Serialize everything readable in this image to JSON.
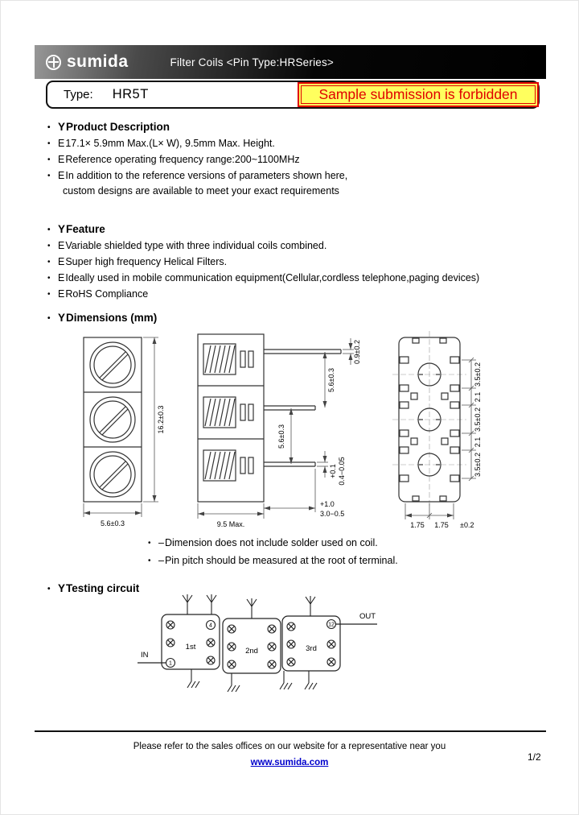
{
  "glyphs": {
    "dot": "•",
    "section_marker": "Y",
    "bullet_marker": "E",
    "note_marker": "–"
  },
  "header": {
    "logo_text": "sumida",
    "title": "Filter Coils <Pin Type:HRSeries>"
  },
  "type_bar": {
    "label": "Type:",
    "value": "HR5T",
    "warning": "Sample submission is forbidden"
  },
  "product_description": {
    "title": "Product Description",
    "bullets": [
      "17.1× 5.9mm Max.(L× W), 9.5mm Max. Height.",
      "Reference operating frequency range:200~1100MHz",
      "In addition to the reference versions of parameters shown here,",
      "custom designs are available to meet your exact requirements"
    ]
  },
  "feature": {
    "title": "Feature",
    "bullets": [
      "Variable shielded type with three individual coils combined.",
      "Super high frequency Helical Filters.",
      "Ideally used in mobile communication equipment(Cellular,cordless telephone,paging devices)",
      "RoHS Compliance"
    ]
  },
  "dimensions": {
    "title": "Dimensions  (mm)",
    "top_view": {
      "length": "16.2±0.3",
      "width": "5.6±0.3"
    },
    "side_view": {
      "pin_width": "0.9±0.2",
      "pitch_upper": "5.6±0.3",
      "pitch_lower": "5.6±0.3",
      "pin_thickness_plus": "+0.1",
      "pin_thickness": "0.4−0.05",
      "body_height": "9.5 Max.",
      "pin_length_plus": "+1.0",
      "pin_length": "3.0−0.5"
    },
    "bottom_view": {
      "col_dims": [
        "3.5±0.2",
        "2.1",
        "3.5±0.2",
        "2.1",
        "3.5±0.2"
      ],
      "row_dim_1": "1.75",
      "row_dim_2": "1.75",
      "row_tol": "±0.2"
    },
    "notes": [
      "Dimension does not include solder used on coil.",
      "Pin pitch should be measured at the root of terminal."
    ]
  },
  "testing_circuit": {
    "title": "Testing circuit",
    "in_label": "IN",
    "out_label": "OUT",
    "stages": [
      "1st",
      "2nd",
      "3rd"
    ],
    "pin_numbers": {
      "input": "1",
      "stage1_out": "4",
      "output": "12"
    }
  },
  "footer": {
    "note": "Please refer to the sales offices on our website for a representative near you",
    "link": "www.sumida.com",
    "page": "1/2"
  }
}
